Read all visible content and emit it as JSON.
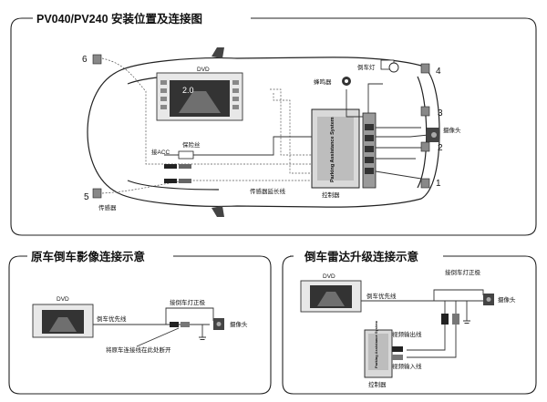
{
  "top_panel": {
    "title": "PV040/PV240 安装位置及连接图",
    "dvd_label": "DVD",
    "dvd_screen_value": "2.0",
    "labels": {
      "reverse_light": "倒车灯",
      "buzzer": "蜂鸣器",
      "camera": "摄像头",
      "fuse": "保险丝",
      "acc": "接ACC",
      "sensor_extension": "传感器延长线",
      "control_box": "控制器",
      "sensor": "传感器",
      "control_box_brand": "Parking Assistance System"
    },
    "position_numbers": [
      "1",
      "2",
      "3",
      "4",
      "5",
      "6"
    ]
  },
  "bottom_left_panel": {
    "title": "原车倒车影像连接示意",
    "dvd_label": "DVD",
    "labels": {
      "reverse_light_positive": "接倒车灯正极",
      "reverse_priority": "倒车优先线",
      "camera": "摄像头",
      "cut_note": "将原车连接线在此处断开"
    }
  },
  "bottom_right_panel": {
    "title": "倒车雷达升级连接示意",
    "dvd_label": "DVD",
    "labels": {
      "reverse_light_positive": "接倒车灯正极",
      "reverse_priority": "倒车优先线",
      "camera": "摄像头",
      "video_out": "视频输出线",
      "video_in": "视频输入线",
      "control_box": "控制器",
      "control_box_brand": "Parking Assistance System"
    }
  }
}
